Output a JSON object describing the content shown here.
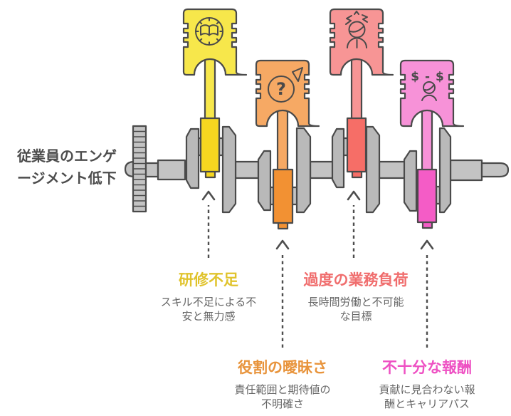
{
  "title": {
    "text": "従業員のエンゲ\nージメント低下",
    "color": "#4d4d4d"
  },
  "causes": [
    {
      "id": "training-shortage",
      "label": "研修不足",
      "label_color": "#e0c32c",
      "description": "スキル不足による不\n安と無力感",
      "piston_color": "#f7e74b",
      "bigend_color": "#f6d620",
      "icon": "training-book-icon"
    },
    {
      "id": "role-ambiguity",
      "label": "役割の曖昧さ",
      "label_color": "#e8943c",
      "description": "責任範囲と期待値の\n不明確さ",
      "piston_color": "#f6a964",
      "bigend_color": "#f29133",
      "icon": "question-direction-icon"
    },
    {
      "id": "excessive-workload",
      "label": "過度の業務負荷",
      "label_color": "#f06e6e",
      "description": "長時間労働と不可能\nな目標",
      "piston_color": "#f79595",
      "bigend_color": "#f66e67",
      "icon": "stressed-person-icon"
    },
    {
      "id": "insufficient-reward",
      "label": "不十分な報酬",
      "label_color": "#ee51c3",
      "description": "貢献に見合わない報\n酬とキャリアパス",
      "piston_color": "#f792d8",
      "bigend_color": "#f45cc6",
      "icon": "underpaid-person-icon"
    }
  ],
  "icons": {
    "question_mark": "?",
    "pay_text": "$ - $"
  },
  "machine": {
    "shaft_color": "#c3c3c3",
    "web_color": "#b9b9b9",
    "outline_color": "#4a4a4a",
    "arrow_color": "#4d4d4d"
  },
  "text": {
    "desc_color": "#666666"
  }
}
